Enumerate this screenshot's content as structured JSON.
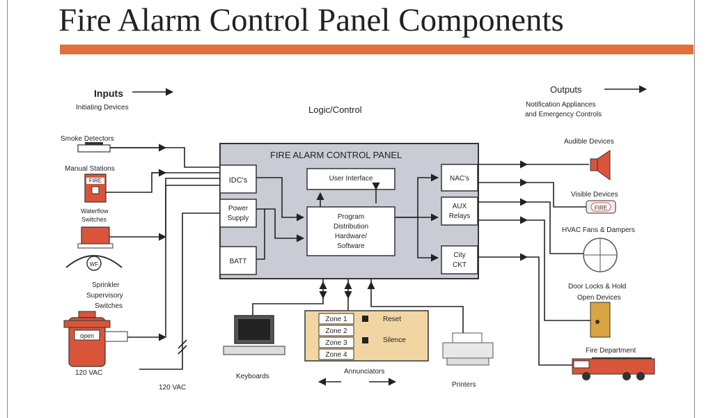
{
  "title": "Fire Alarm Control Panel Components",
  "colors": {
    "accent_bar": "#e2703a",
    "panel_fill": "#c9ccd5",
    "annunciator_fill": "#f1d6a4",
    "device_orange": "#d9553a"
  },
  "inputs": {
    "heading": "Inputs",
    "subheading": "Initiating Devices"
  },
  "logic": {
    "heading": "Logic/Control"
  },
  "outputs": {
    "heading": "Outputs",
    "sub_line1": "Notification Appliances",
    "sub_line2": "and Emergency Controls"
  },
  "input_devices": {
    "smoke": "Smoke Detectors",
    "manual": "Manual Stations",
    "fire_tag": "FIRE",
    "waterflow_line1": "Waterflow",
    "waterflow_line2": "Switches",
    "wf_tag": "WF",
    "sprinkler_line1": "Sprinkler",
    "sprinkler_line2": "Supervisory",
    "sprinkler_line3": "Switches",
    "open_tag": "open",
    "vac_a": "120 VAC",
    "vac_b": "120 VAC"
  },
  "panel": {
    "title": "FIRE ALARM CONTROL PANEL",
    "idc": "IDC's",
    "power_line1": "Power",
    "power_line2": "Supply",
    "batt": "BATT",
    "user_interface": "User Interface",
    "program_line1": "Program",
    "program_line2": "Distribution",
    "program_line3": "Hardware/",
    "program_line4": "Software",
    "nac": "NAC's",
    "aux_line1": "AUX",
    "aux_line2": "Relays",
    "city_line1": "City",
    "city_line2": "CKT"
  },
  "peripherals": {
    "crt": "CRT",
    "keyboards": "Keyboards",
    "zones": [
      "Zone 1",
      "Zone 2",
      "Zone 3",
      "Zone 4"
    ],
    "reset": "Reset",
    "silence": "Silence",
    "annunciators": "Annunciators",
    "printers": "Printers"
  },
  "output_devices": {
    "audible": "Audible Devices",
    "visible": "Visible Devices",
    "fire_sign": "FIRE",
    "hvac": "HVAC Fans & Dampers",
    "door_line1": "Door Locks & Hold",
    "door_line2": "Open Devices",
    "fire_dept": "Fire Department"
  }
}
